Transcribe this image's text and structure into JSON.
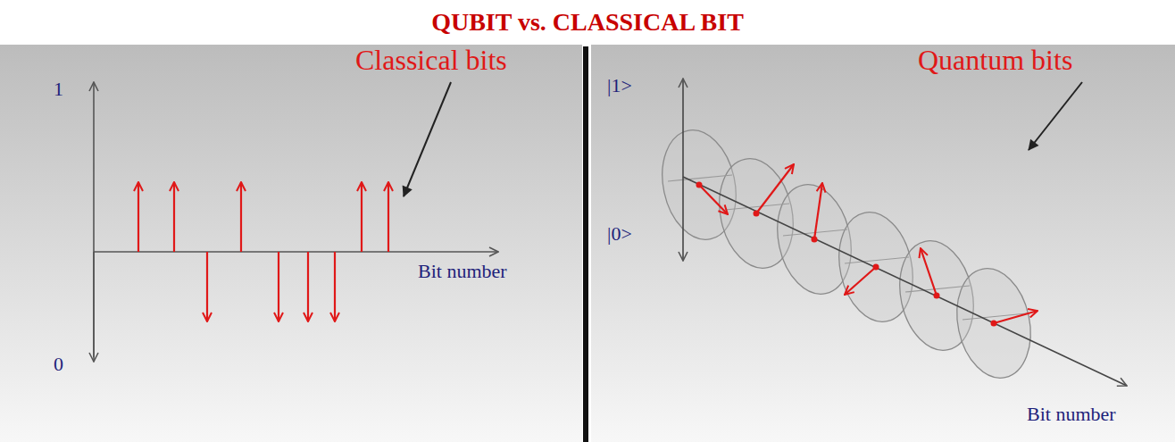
{
  "diagram": {
    "title": "QUBIT vs. CLASSICAL BIT",
    "labels": [
      "1",
      "0",
      "Bit number",
      "Classical bits",
      "|1>",
      "|0>",
      "Quantum bits",
      "Bit number"
    ]
  }
}
